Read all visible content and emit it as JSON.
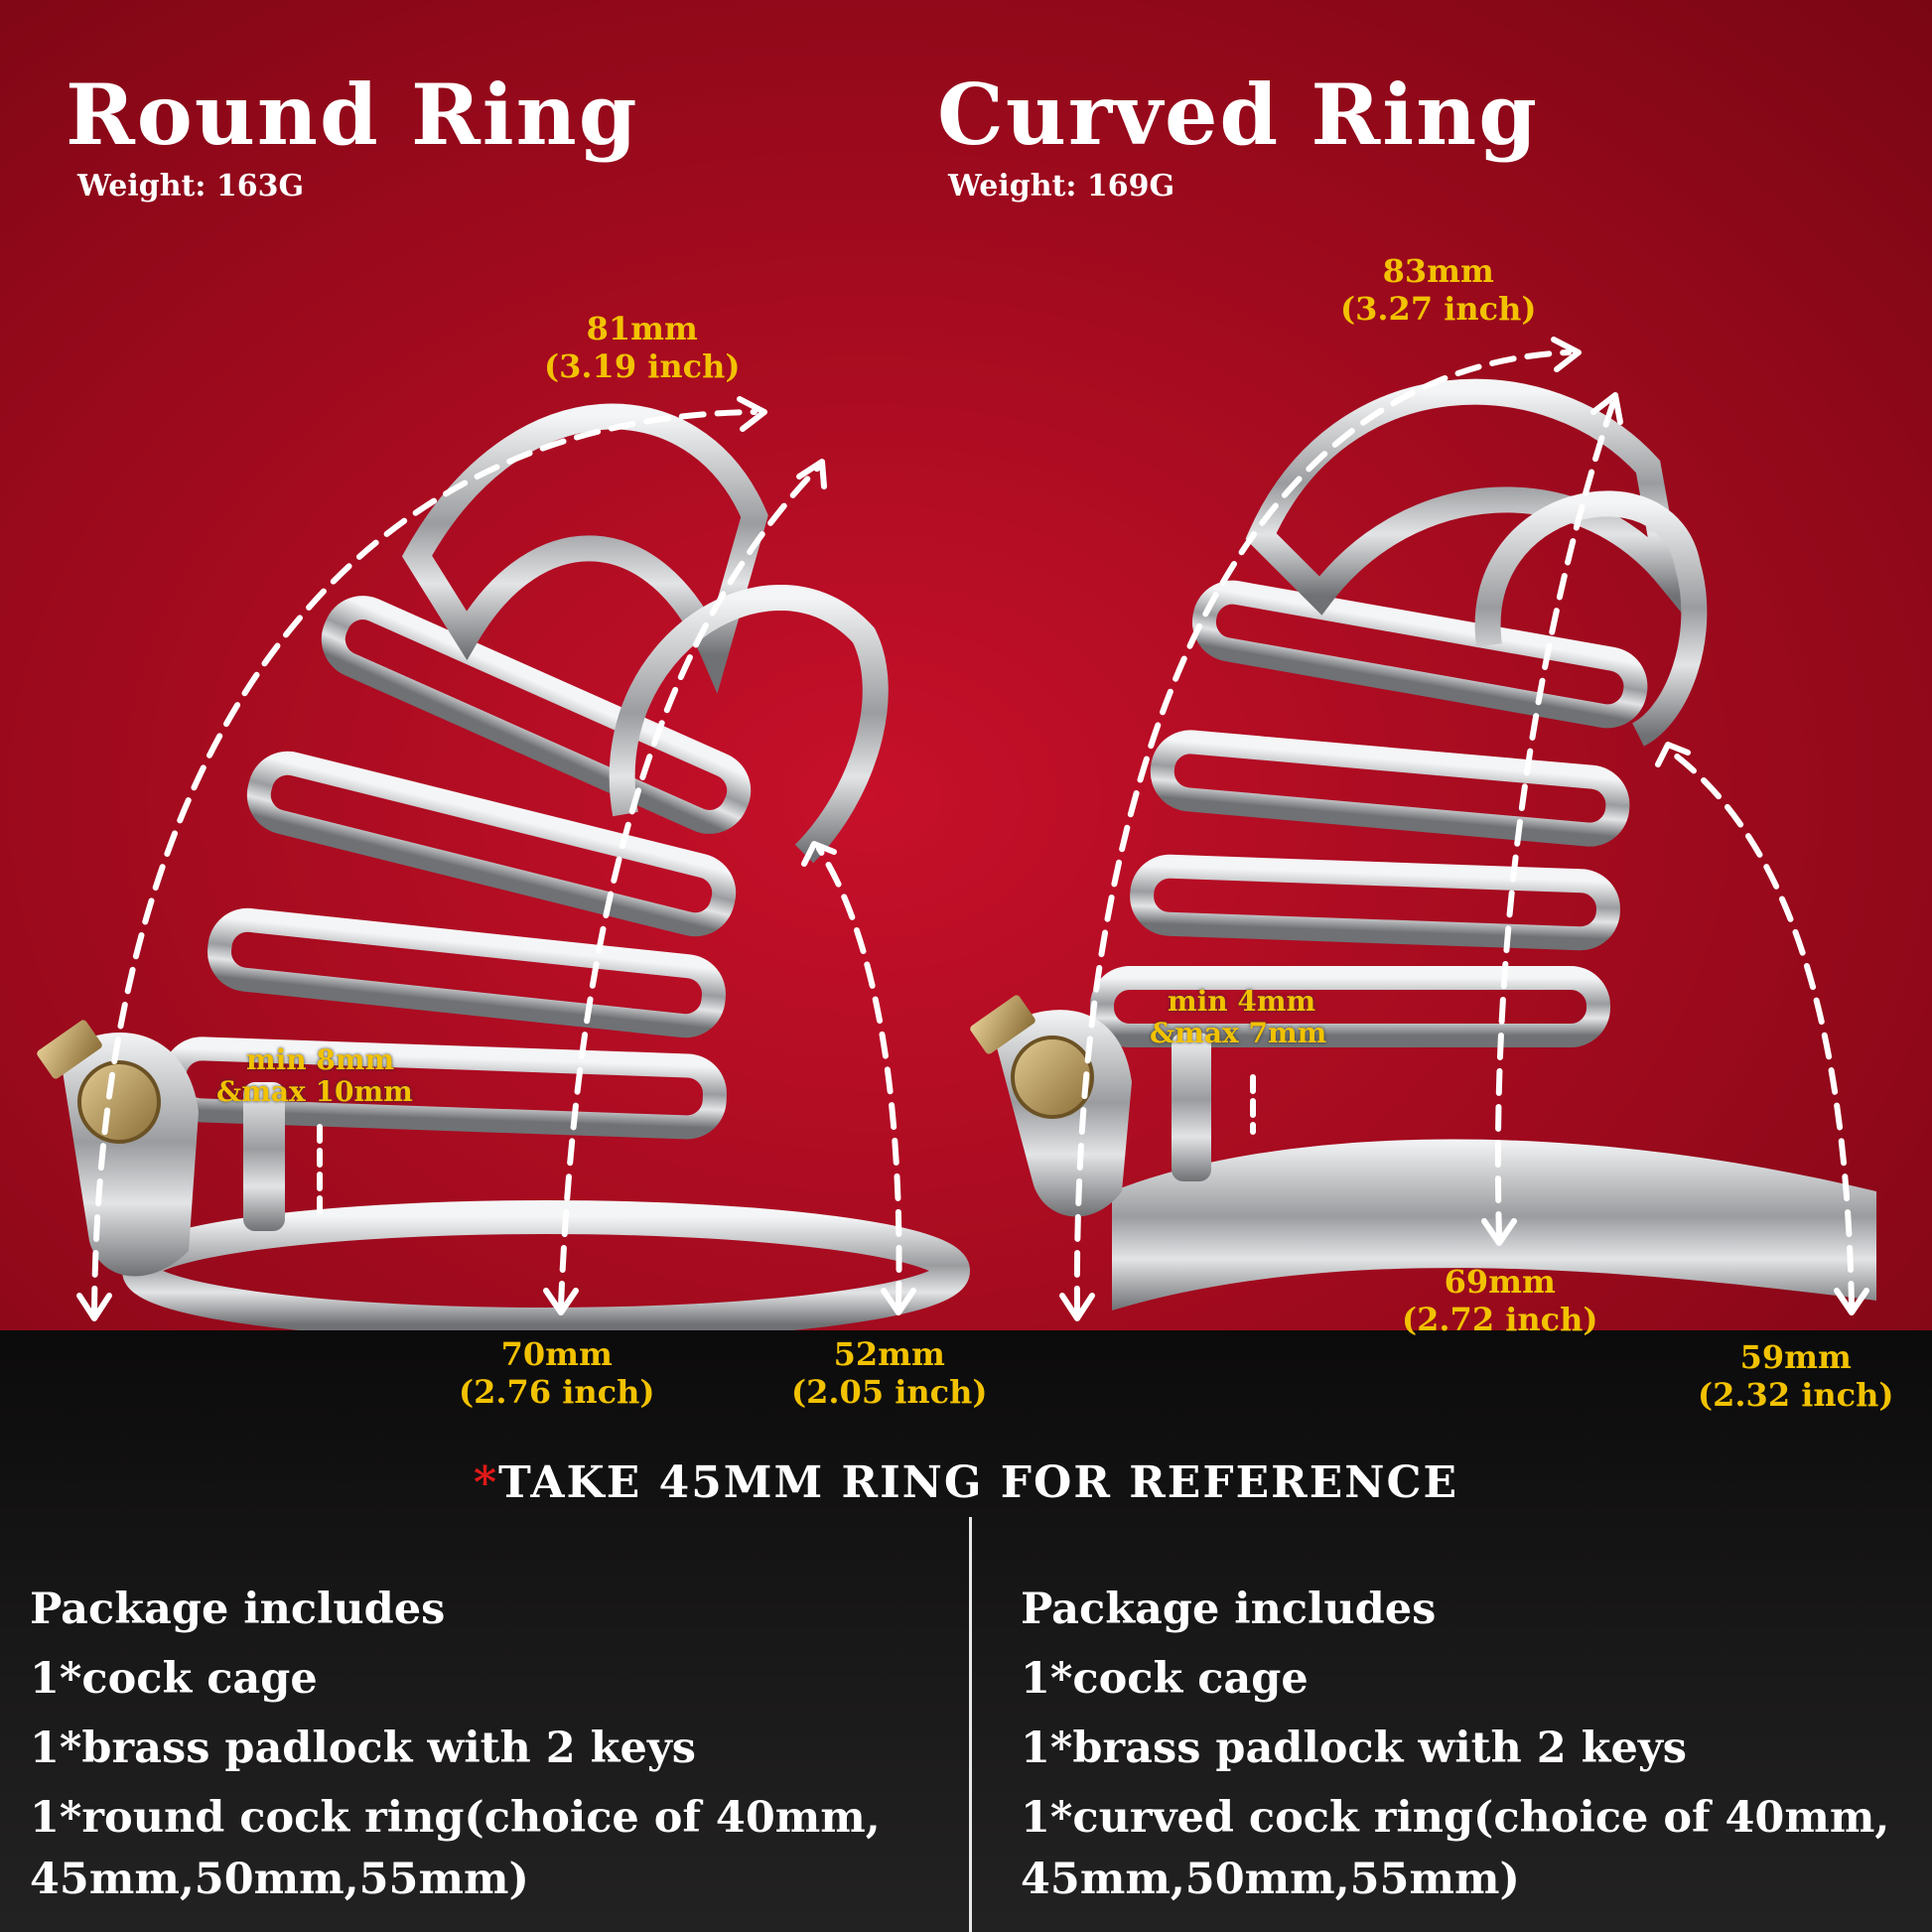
{
  "left": {
    "title": "Round Ring",
    "weight": "Weight:  163G",
    "dim_top": {
      "mm": "81mm",
      "inch": "(3.19 inch)"
    },
    "dim_length": {
      "mm": "70mm",
      "inch": "(2.76 inch)"
    },
    "dim_side": {
      "mm": "52mm",
      "inch": "(2.05 inch)"
    },
    "gap": {
      "min": "min 8mm",
      "max": "&max 10mm"
    }
  },
  "right": {
    "title": "Curved Ring",
    "weight": "Weight:  169G",
    "dim_top": {
      "mm": "83mm",
      "inch": "(3.27 inch)"
    },
    "dim_length": {
      "mm": "69mm",
      "inch": "(2.72 inch)"
    },
    "dim_side": {
      "mm": "59mm",
      "inch": "(2.32 inch)"
    },
    "gap": {
      "min": "min 4mm",
      "max": "&max 7mm"
    }
  },
  "reference": {
    "star": "*",
    "text": "TAKE 45MM RING FOR REFERENCE"
  },
  "package_left": {
    "heading": "Package includes",
    "items": [
      "1*cock cage",
      "1*brass padlock with 2 keys",
      "1*round cock ring(choice of 40mm,",
      "45mm,50mm,55mm)"
    ]
  },
  "package_right": {
    "heading": "Package includes",
    "items": [
      "1*cock cage",
      "1*brass padlock with 2 keys",
      "1*curved cock ring(choice of 40mm,",
      "45mm,50mm,55mm)"
    ]
  },
  "colors": {
    "background_red": "#b00d22",
    "bottom_black": "#141313",
    "dimension_yellow": "#f2c200",
    "text_white": "#ffffff",
    "metal": "#c9cbcd",
    "brass": "#b8985a"
  }
}
